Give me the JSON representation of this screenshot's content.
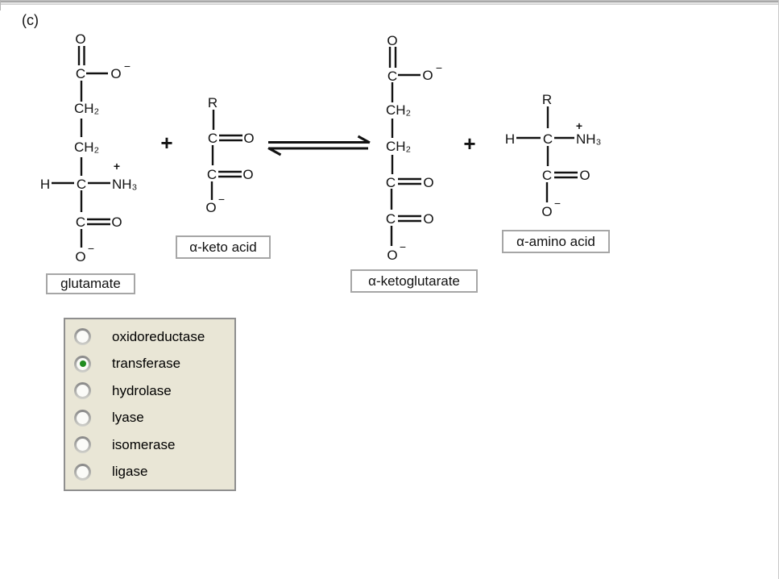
{
  "page": {
    "corner_label": "(c)"
  },
  "chem": {
    "O": "O",
    "C": "C",
    "H": "H",
    "R": "R",
    "CH2": "CH₂",
    "NH3": "NH₃",
    "minus": "−",
    "plus": "+"
  },
  "labels": {
    "glutamate": "glutamate",
    "keto_acid": "α-keto acid",
    "ketoglutarate": "α-ketoglutarate",
    "amino_acid": "α-amino acid"
  },
  "radio_group": {
    "options": [
      {
        "label": "oxidoreductase",
        "selected": false
      },
      {
        "label": "transferase",
        "selected": true
      },
      {
        "label": "hydrolase",
        "selected": false
      },
      {
        "label": "lyase",
        "selected": false
      },
      {
        "label": "isomerase",
        "selected": false
      },
      {
        "label": "ligase",
        "selected": false
      }
    ],
    "selected_label": "transferase"
  }
}
